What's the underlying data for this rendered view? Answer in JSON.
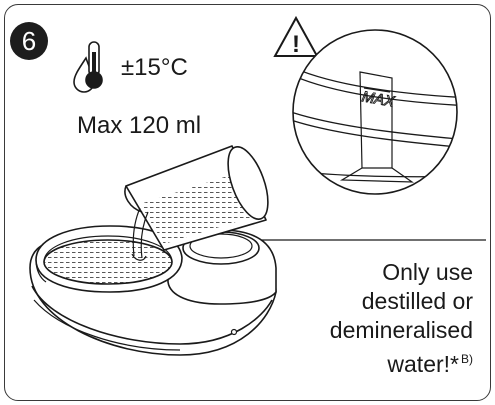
{
  "step_number": "6",
  "temperature": {
    "icon": "thermometer-drop-icon",
    "text": "±15°C"
  },
  "capacity": {
    "text": "Max 120 ml"
  },
  "warning": {
    "icon": "warning-triangle-icon",
    "symbol": "!"
  },
  "detail": {
    "max_label": "MAX"
  },
  "note": {
    "lines": [
      "Only use",
      "destilled or",
      "demineralised",
      "water!*"
    ],
    "footnote": "B)"
  }
}
